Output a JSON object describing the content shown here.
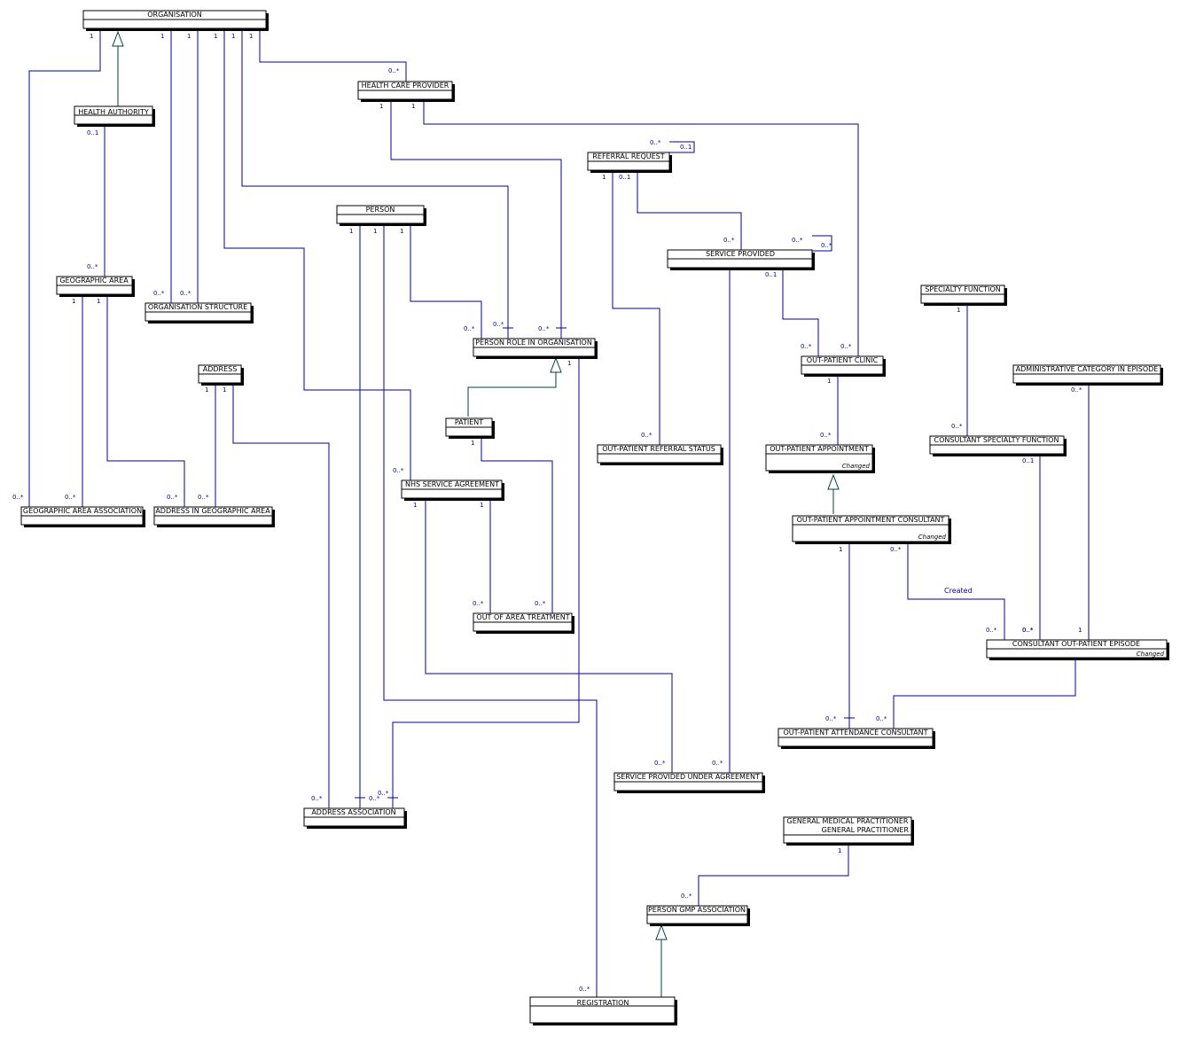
{
  "entities": {
    "organisation": "ORGANISATION",
    "health_care_provider": "HEALTH CARE PROVIDER",
    "health_authority": "HEALTH AUTHORITY",
    "referral_request": "REFERRAL REQUEST",
    "person": "PERSON",
    "service_provided": "SERVICE PROVIDED",
    "geographic_area": "GEOGRAPHIC AREA",
    "organisation_structure": "ORGANISATION STRUCTURE",
    "specialty_function": "SPECIALTY FUNCTION",
    "person_role_in_organisation": "PERSON ROLE IN ORGANISATION",
    "out_patient_clinic": "OUT-PATIENT CLINIC",
    "address": "ADDRESS",
    "administrative_category_in_episode": "ADMINISTRATIVE CATEGORY IN EPISODE",
    "patient": "PATIENT",
    "consultant_specialty_function": "CONSULTANT SPECIALTY FUNCTION",
    "out_patient_referral_status": "OUT-PATIENT REFERRAL STATUS",
    "out_patient_appointment": "OUT-PATIENT APPOINTMENT",
    "nhs_service_agreement": "NHS SERVICE AGREEMENT",
    "geographic_area_association": "GEOGRAPHIC AREA ASSOCIATION",
    "address_in_geographic_area": "ADDRESS IN GEOGRAPHIC AREA",
    "out_patient_appointment_consultant": "OUT-PATIENT APPOINTMENT CONSULTANT",
    "out_of_area_treatment": "OUT OF AREA TREATMENT",
    "consultant_out_patient_episode": "CONSULTANT OUT-PATIENT EPISODE",
    "out_patient_attendance_consultant": "OUT-PATIENT ATTENDANCE CONSULTANT",
    "service_provided_under_agreement": "SERVICE PROVIDED UNDER AGREEMENT",
    "address_association": "ADDRESS ASSOCIATION",
    "gmp_line1": "GENERAL MEDICAL PRACTITIONER",
    "gmp_line2": "GENERAL PRACTITIONER",
    "person_gmp_association": "PERSON GMP ASSOCIATION",
    "registration": "REGISTRATION"
  },
  "stereotypes": {
    "changed": "Changed"
  },
  "notes": {
    "created": "Created"
  },
  "multiplicities": [
    "1",
    "1",
    "1",
    "1",
    "1",
    "1",
    "0..*",
    "1",
    "1",
    "0..1",
    "0..*",
    "0..1",
    "1",
    "0..1",
    "1",
    "1",
    "1",
    "0..*",
    "0..*",
    "0..*",
    "0..1",
    "0..*",
    "1",
    "1",
    "0..*",
    "0..*",
    "1",
    "0..*",
    "0..*",
    "0..*",
    "0..*",
    "0..*",
    "1",
    "1",
    "1",
    "0..*",
    "1",
    "0..*",
    "1",
    "0..*",
    "0..*",
    "0..*",
    "0..*",
    "0..*",
    "0..*",
    "1",
    "1",
    "0..*",
    "0..*",
    "0..*",
    "0..1",
    "0..*",
    "1",
    "1",
    "0..*",
    "0..*",
    "0..*",
    "0..*",
    "0..*",
    "0..*",
    "0..*",
    "1",
    "0..*",
    "0..*"
  ]
}
